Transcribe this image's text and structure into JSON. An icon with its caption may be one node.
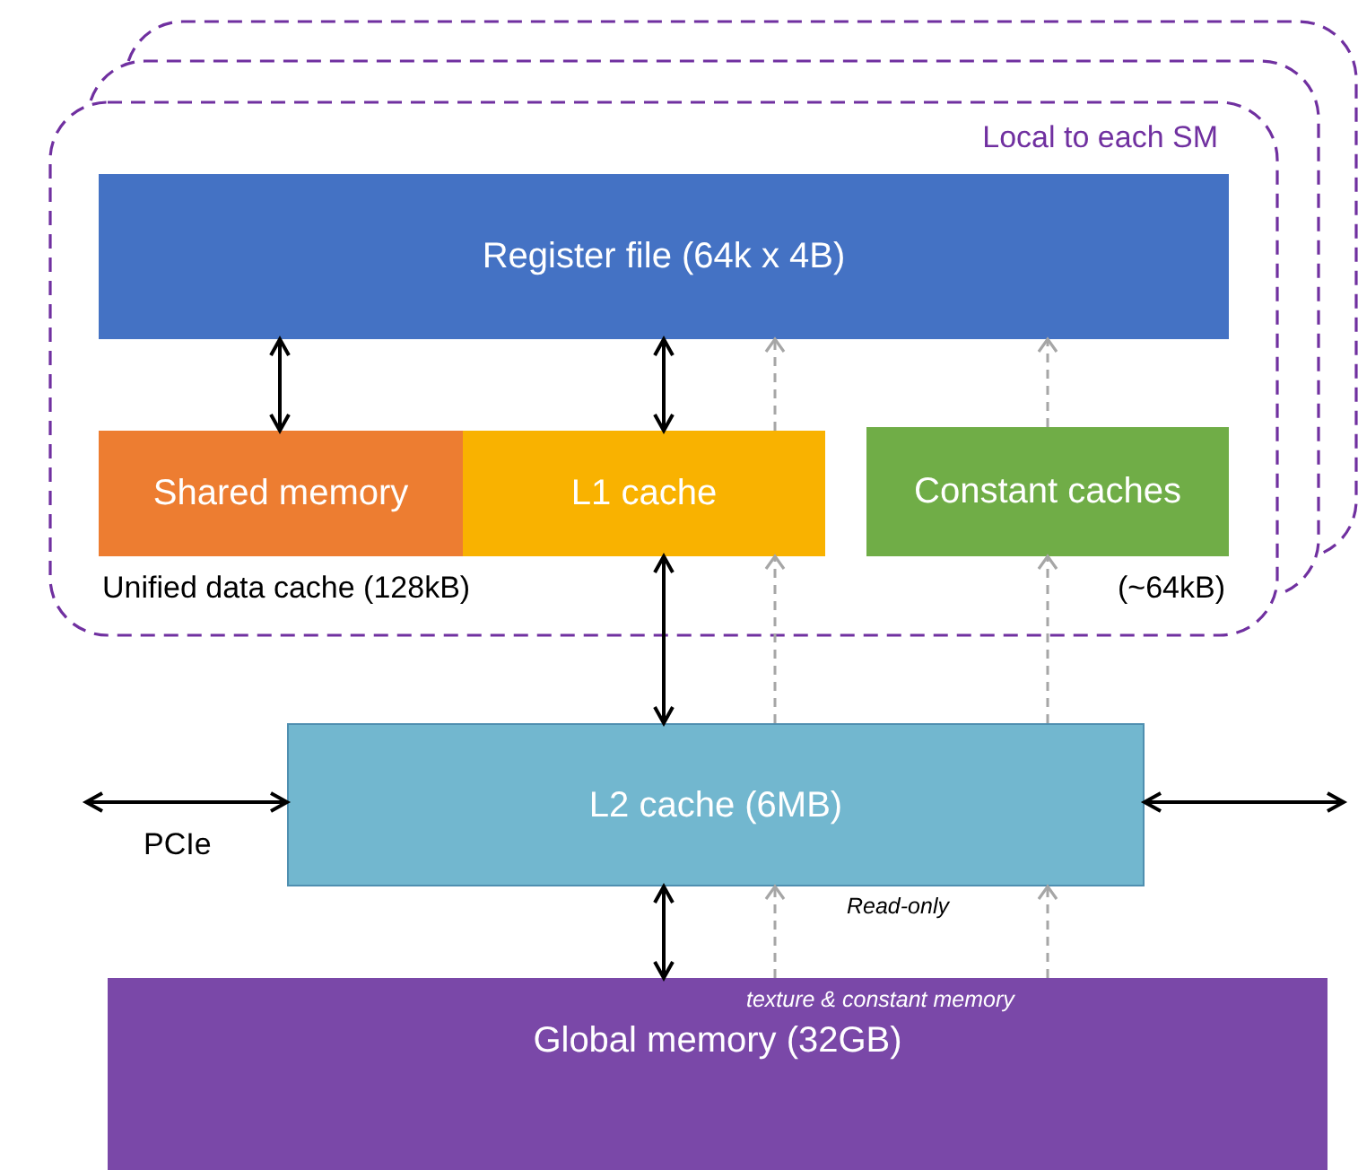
{
  "diagram": {
    "nodes": [
      {
        "text": [
          "Local to each SM"
        ]
      },
      {
        "text": [
          "Register file (64k x 4B)"
        ],
        "in": 0
      },
      {
        "text": [
          "Shared memory"
        ],
        "in": 0
      },
      {
        "text": [
          "L1 cache"
        ],
        "in": 0
      },
      {
        "text": [
          "Constant caches"
        ],
        "in": 0,
        "beside": [
          "(~64kB)"
        ]
      },
      {
        "text": [
          "L2 cache (6MB)"
        ]
      },
      {
        "text": [
          "texture & constant memory",
          "Global memory (32GB)"
        ]
      }
    ],
    "edges": [
      {
        "from": 1,
        "to": 2,
        "arrow": "both"
      },
      {
        "from": 1,
        "to": 3,
        "arrow": "both"
      },
      {
        "from": 3,
        "to": 1,
        "arrow": "to",
        "style": "dashed",
        "color": "#a6a6a6"
      },
      {
        "from": 4,
        "to": 1,
        "arrow": "to",
        "style": "dashed",
        "color": "#a6a6a6"
      },
      {
        "from": 3,
        "to": 5,
        "arrow": "both"
      },
      {
        "from": 5,
        "to": 3,
        "arrow": "to",
        "style": "dashed",
        "color": "#a6a6a6"
      },
      {
        "from": 5,
        "to": 4,
        "arrow": "to",
        "style": "dashed",
        "color": "#a6a6a6"
      },
      {
        "from": 5,
        "to": 6,
        "arrow": "both"
      },
      {
        "from": 6,
        "to": 5,
        "arrow": "to",
        "style": "dashed",
        "color": "#a6a6a6"
      },
      {
        "from": 6,
        "to": 5,
        "arrow": "to",
        "style": "dashed",
        "color": "#a6a6a6"
      },
      {
        "from": null,
        "to": 5,
        "arrow": "both",
        "label": "PCIe"
      },
      {
        "from": 5,
        "to": null,
        "arrow": "both"
      }
    ],
    "labels": [
      "Unified data cache (128kB)",
      "Read-only"
    ]
  }
}
